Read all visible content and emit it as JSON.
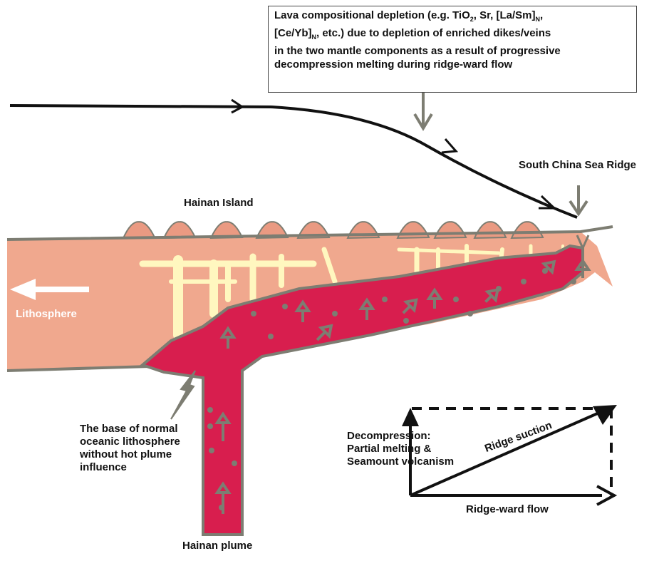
{
  "colors": {
    "lithosphere": "#F0A88E",
    "lithosphere_dark": "#EA9A82",
    "plume": "#D81E4E",
    "dikes": "#FFF7BF",
    "outline": "#7D7D72",
    "flow_line": "#111111",
    "white": "#ffffff"
  },
  "callout": {
    "line1_a": "Lava compositional depletion (e.g. TiO",
    "line1_sub1": "2",
    "line1_b": ", Sr, [La/Sm]",
    "line1_sub2": "N",
    "line1_c": ",",
    "line2_a": "[Ce/Yb]",
    "line2_sub": "N",
    "line2_b": ", etc.) due to depletion of enriched dikes/veins",
    "line3": "in the two mantle components as a result of progressive",
    "line4": "decompression melting during ridge-ward flow"
  },
  "labels": {
    "ridge": "South China Sea Ridge",
    "island": "Hainan Island",
    "lithosphere": "Lithosphere",
    "base_note": [
      "The base of normal",
      "oceanic lithosphere",
      "without hot plume",
      "influence"
    ],
    "plume": "Hainan plume",
    "decompression": [
      "Decompression:",
      "Partial melting &",
      "Seamount volcanism"
    ],
    "ridge_suction": "Ridge suction",
    "ridge_ward_flow": "Ridge-ward flow"
  },
  "icons": {
    "lithosphere_arrow": "left-arrow-icon",
    "callout_pointer": "down-arrow-icon",
    "ridge_pointer": "down-arrow-icon"
  }
}
